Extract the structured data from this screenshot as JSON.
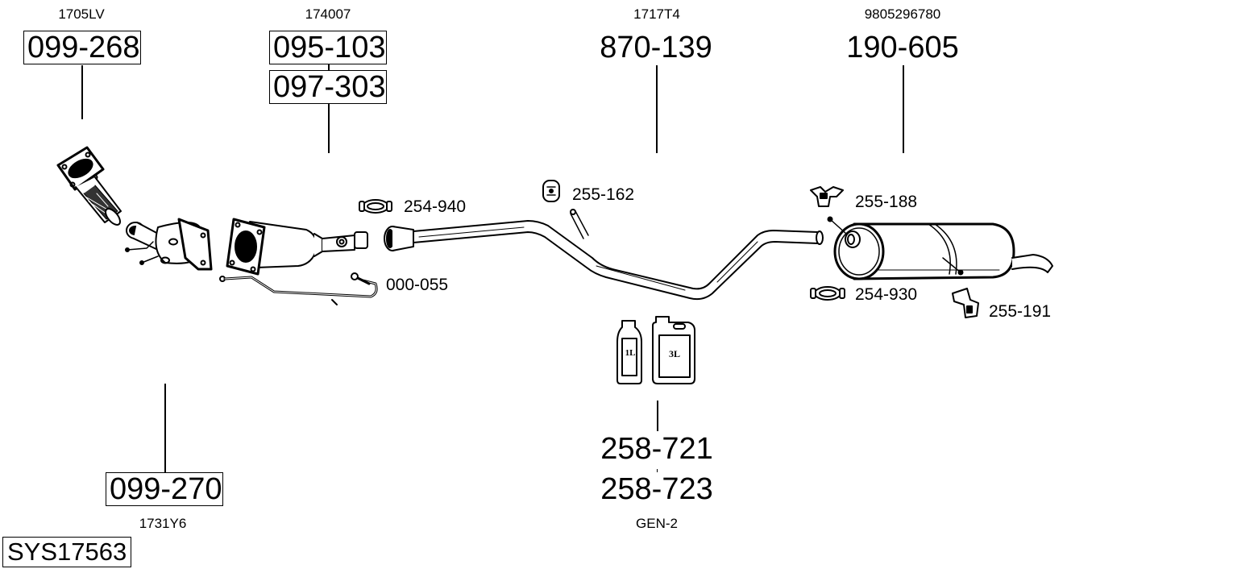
{
  "system_code": "SYS17563",
  "groups": {
    "front_pipe": {
      "oem": "1705LV",
      "parts": [
        "099-268"
      ]
    },
    "cat_dpf": {
      "oem": "174007",
      "parts": [
        "095-103",
        "097-303"
      ]
    },
    "middle_pipe": {
      "oem": "1717T4",
      "parts": [
        "870-139"
      ]
    },
    "rear_silencer": {
      "oem": "9805296780",
      "parts": [
        "190-605"
      ]
    },
    "catalyst": {
      "oem": "1731Y6",
      "parts": [
        "099-270"
      ]
    },
    "additive": {
      "oem": "GEN-2",
      "parts": [
        "258-721",
        "258-723"
      ],
      "bottle_small": "1L",
      "bottle_large": "3L"
    }
  },
  "accessories": [
    {
      "part": "254-940",
      "icon": "clamp-icon"
    },
    {
      "part": "255-162",
      "icon": "rubber-mount-icon"
    },
    {
      "part": "000-055",
      "icon": "sensor-pipe-icon"
    },
    {
      "part": "255-188",
      "icon": "hanger-icon"
    },
    {
      "part": "254-930",
      "icon": "clamp-icon"
    },
    {
      "part": "255-191",
      "icon": "bracket-icon"
    }
  ]
}
